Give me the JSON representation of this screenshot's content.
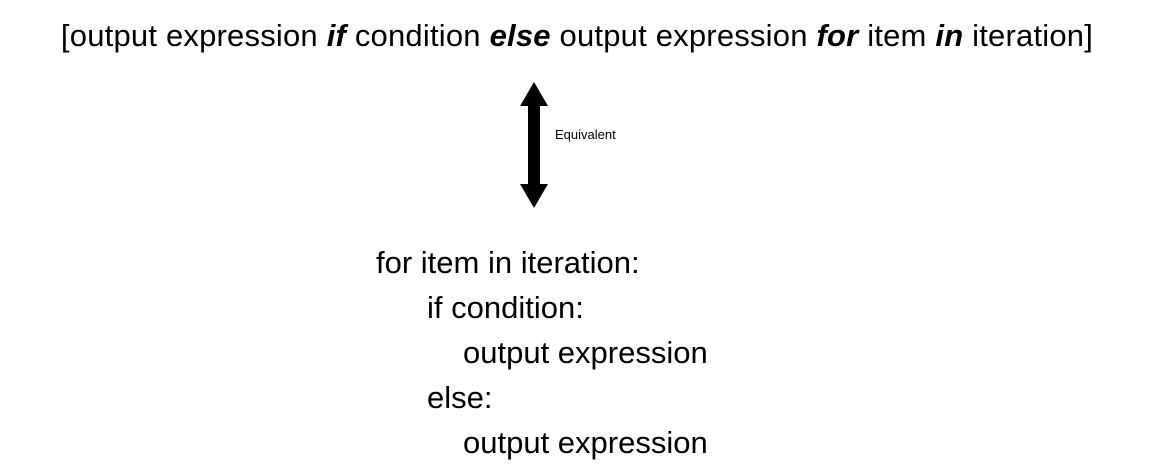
{
  "comprehension": {
    "open_bracket": "[",
    "output_expression_1": "output expression ",
    "kw_if": "if",
    "condition": " condition ",
    "kw_else": "else",
    "output_expression_2": " output expression ",
    "kw_for": "for",
    "item": " item ",
    "kw_in": "in",
    "iteration": " iteration",
    "close_bracket": "]"
  },
  "equivalence": {
    "label": "Equivalent",
    "icon": "double-headed-vertical-arrow"
  },
  "loop_code": {
    "line1": "for item in iteration:",
    "line2": "if condition:",
    "line3": "output expression",
    "line4": "else:",
    "line5": "output expression"
  }
}
